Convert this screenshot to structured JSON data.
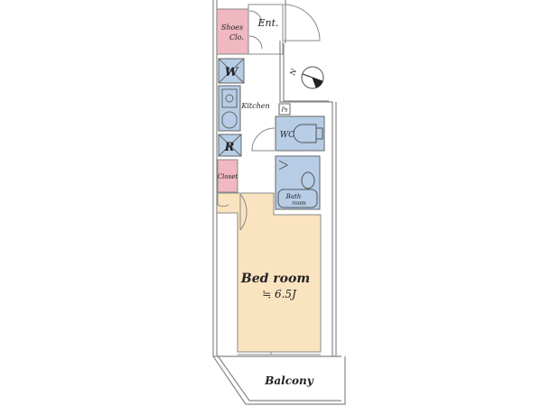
{
  "floorplan": {
    "rooms": {
      "shoes_closet_line1": "Shoes",
      "shoes_closet_line2": "Clo.",
      "entrance": "Ent.",
      "washer": "W",
      "kitchen": "Kitchen",
      "refrigerator": "R",
      "closet": "Closet",
      "pipe_space": "Ps",
      "wc": "WC",
      "bath_line1": "Bath",
      "bath_line2": "room",
      "bedroom": "Bed room",
      "bedroom_size": "≒ 6.5J",
      "balcony": "Balcony"
    },
    "compass_label": "N",
    "colors": {
      "wet_area": "#b7cde6",
      "closet": "#f0b8c0",
      "bedroom": "#fae3bf",
      "wall": "#888888"
    }
  }
}
